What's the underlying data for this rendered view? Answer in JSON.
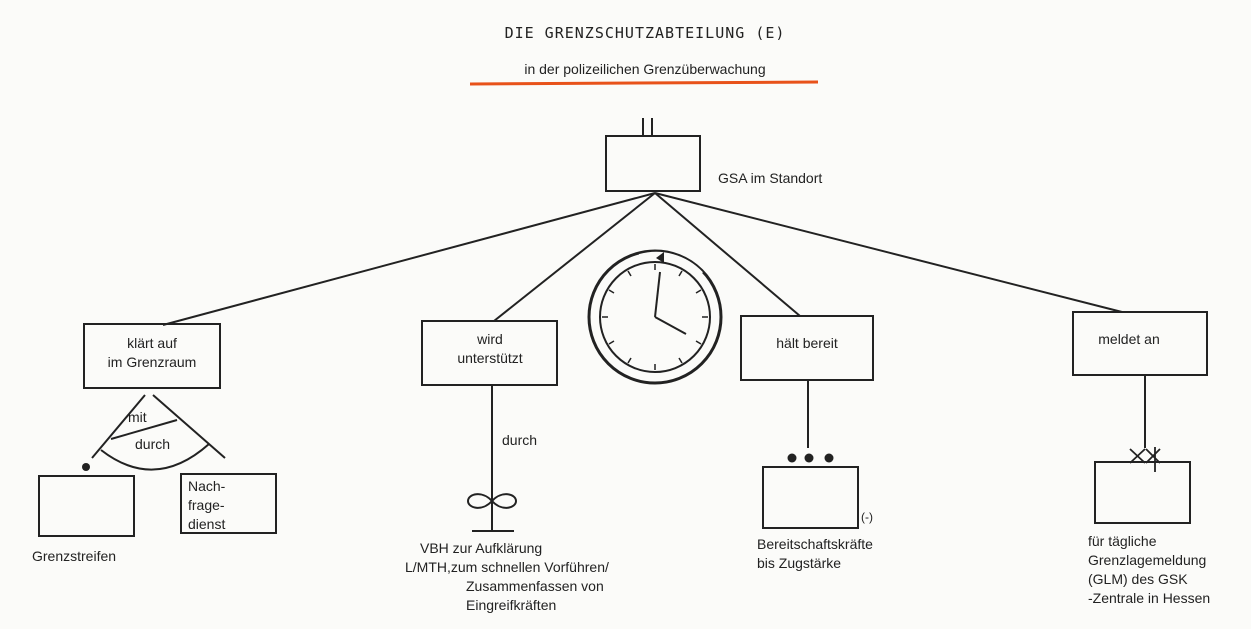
{
  "title": "DIE  GRENZSCHUTZABTEILUNG  (E)",
  "subtitle": "in der polizeilichen Grenzüberwachung",
  "colors": {
    "underline": "#e8521a",
    "ink": "#222222",
    "paper": "#fbfbf9"
  },
  "root": {
    "label": "GSA im Standort"
  },
  "branches": {
    "klaert": {
      "lines": [
        "klärt auf",
        "im Grenzraum"
      ],
      "connector_top": "mit",
      "connector_bottom": "durch",
      "child_left": "Grenzstreifen",
      "child_right": [
        "Nach-",
        "frage-",
        "dienst"
      ]
    },
    "wird": {
      "lines": [
        "wird",
        "unterstützt"
      ],
      "connector": "durch",
      "caption": [
        "VBH zur Aufklärung",
        "L/MTH,zum schnellen Vorführen/",
        "Zusammenfassen von",
        "Eingreifkräften"
      ]
    },
    "haelt": {
      "label": "hält bereit",
      "size_mark": "(-)",
      "caption": [
        "Bereitschaftskräfte",
        "bis Zugstärke"
      ]
    },
    "meldet": {
      "label": "meldet an",
      "caption": [
        "für tägliche",
        "Grenzlagemeldung",
        "(GLM) des GSK",
        "-Zentrale in Hessen"
      ]
    }
  }
}
